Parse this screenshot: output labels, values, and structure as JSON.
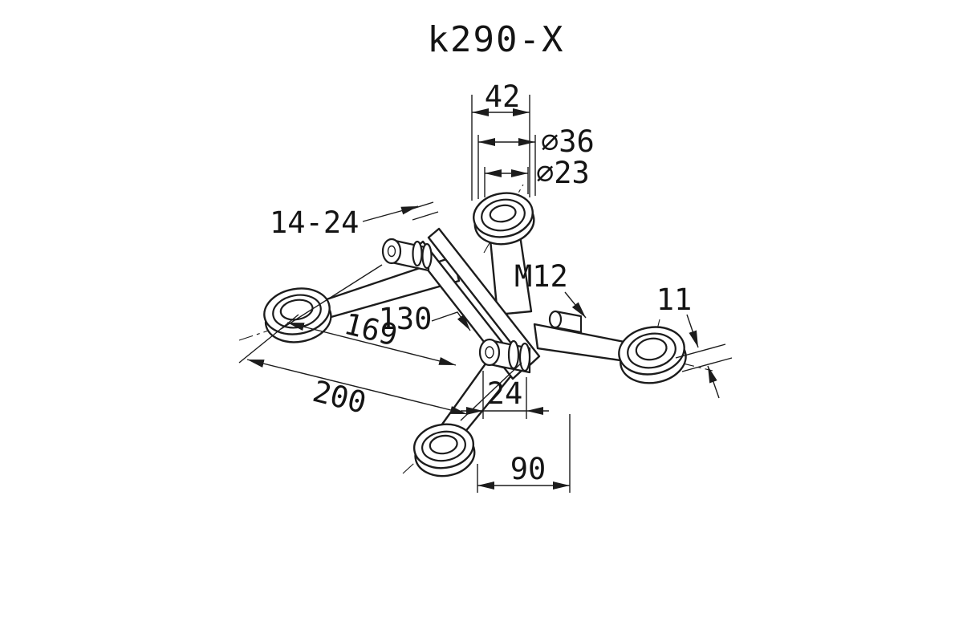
{
  "title": "k290-X",
  "dims": {
    "width_top": "42",
    "dia_outer": "∅36",
    "dia_inner": "∅23",
    "glass_range": "14-24",
    "thread": "M12",
    "ring_height": "11",
    "len_169": "169",
    "len_130": "130",
    "len_200": "200",
    "hub_width": "24",
    "len_90": "90"
  },
  "colors": {
    "line": "#1c1c1c",
    "background": "#ffffff"
  }
}
